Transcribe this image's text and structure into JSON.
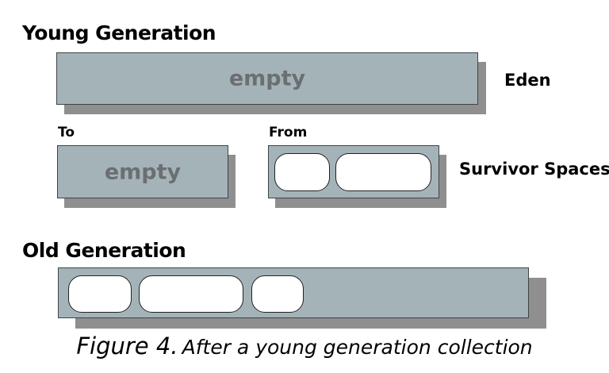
{
  "young_generation": {
    "heading": "Young Generation",
    "eden": {
      "label": "Eden",
      "status": "empty",
      "object_count": 0
    },
    "survivor_spaces": {
      "label": "Survivor Spaces",
      "to": {
        "label": "To",
        "status": "empty",
        "object_count": 0
      },
      "from": {
        "label": "From",
        "object_count": 2
      }
    }
  },
  "old_generation": {
    "heading": "Old Generation",
    "object_count": 3
  },
  "caption": {
    "figure": "Figure 4.",
    "text": "After a young generation collection"
  },
  "colors": {
    "region_fill": "#a4b3b8",
    "region_border": "#3d4448",
    "shadow": "#8f8f8f",
    "object_fill": "#ffffff",
    "empty_text": "#6b6f71"
  }
}
